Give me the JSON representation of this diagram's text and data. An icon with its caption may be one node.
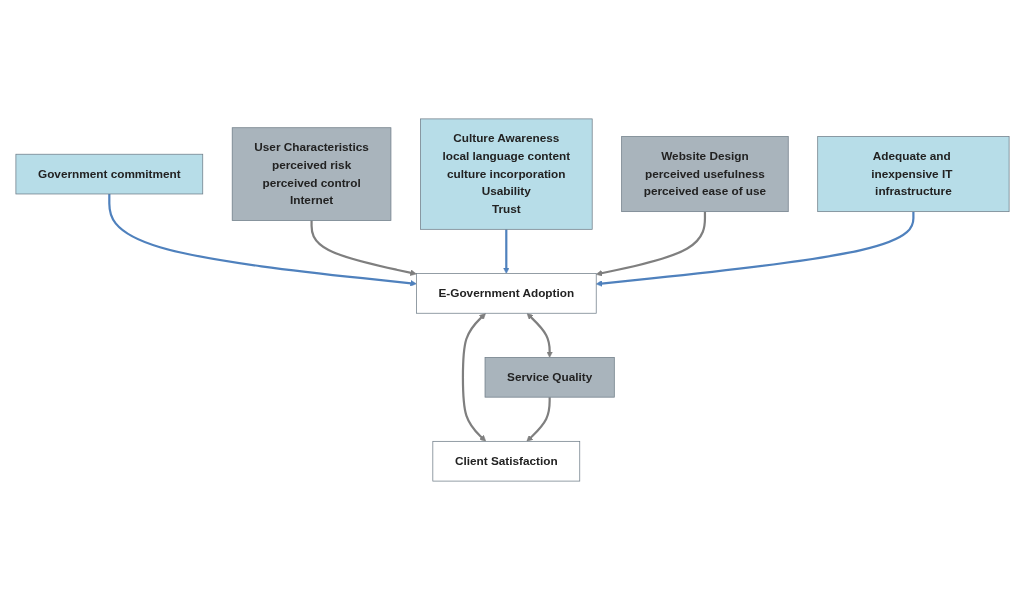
{
  "diagram": {
    "nodes": [
      {
        "text": [
          "Government commitment"
        ]
      },
      {
        "text": [
          "User Characteristics",
          "perceived risk",
          "perceived control",
          "Internet"
        ]
      },
      {
        "text": [
          "Culture Awareness",
          "local language content",
          "culture incorporation",
          "Usability",
          "Trust"
        ]
      },
      {
        "text": [
          "E-Government Adoption"
        ]
      },
      {
        "text": [
          "Website Design",
          "perceived usefulness",
          "perceived ease of use"
        ]
      },
      {
        "text": [
          "Adequate and inexpensive IT infrastructure"
        ]
      },
      {
        "text": [
          "Service Quality"
        ]
      },
      {
        "text": [
          "Client Satisfaction"
        ]
      }
    ],
    "edges": [
      {
        "from": 0,
        "to": 3,
        "arrow": "to",
        "color": "#4f81bd"
      },
      {
        "from": 1,
        "to": 3,
        "arrow": "to"
      },
      {
        "from": 2,
        "to": 3,
        "arrow": "to",
        "color": "#4f81bd"
      },
      {
        "from": 4,
        "to": 3,
        "arrow": "to"
      },
      {
        "from": 5,
        "to": 3,
        "arrow": "to",
        "color": "#4f81bd"
      },
      {
        "from": 3,
        "to": 6,
        "arrow": "both"
      },
      {
        "from": 3,
        "to": 7,
        "arrow": "both"
      },
      {
        "from": 6,
        "to": 7,
        "arrow": "to"
      }
    ]
  }
}
